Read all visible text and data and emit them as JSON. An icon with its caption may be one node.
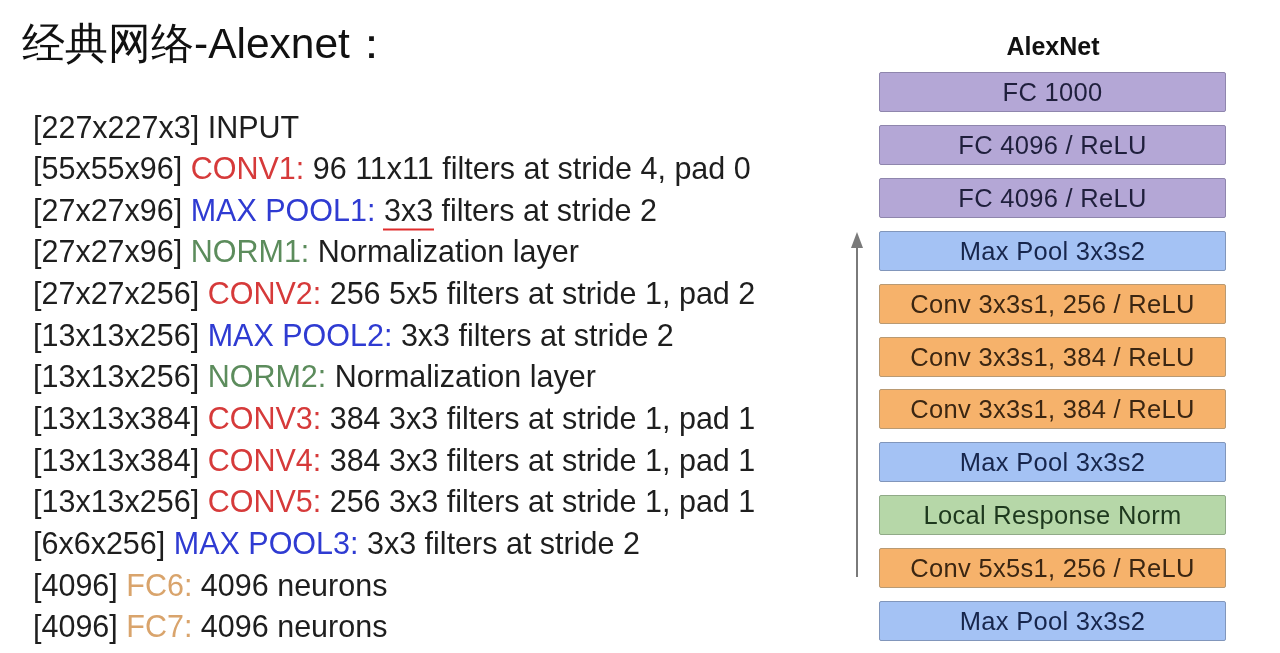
{
  "diagram": {
    "title": "经典网络-Alexnet：",
    "nodes": [
      {
        "text": [
          "FC 1000"
        ]
      },
      {
        "text": [
          "FC 4096 / ReLU"
        ]
      },
      {
        "text": [
          "FC 4096 / ReLU"
        ]
      },
      {
        "text": [
          "Max Pool 3x3s2"
        ]
      },
      {
        "text": [
          "Conv 3x3s1, 256 / ReLU"
        ]
      },
      {
        "text": [
          "Conv 3x3s1, 384 / ReLU"
        ]
      },
      {
        "text": [
          "Conv 3x3s1, 384 / ReLU"
        ]
      },
      {
        "text": [
          "Max Pool 3x3s2"
        ]
      },
      {
        "text": [
          "Local Response Norm"
        ]
      },
      {
        "text": [
          "Conv 5x5s1, 256 / ReLU"
        ]
      },
      {
        "text": [
          "Max Pool 3x3s2"
        ]
      }
    ],
    "labels": [
      "AlexNet",
      "[227x227x3]",
      "INPUT",
      "[55x55x96]",
      "CONV1:",
      "96 11x11 filters at stride 4, pad 0",
      "[27x27x96]",
      "MAX POOL1:",
      "3x3 filters at stride 2",
      "[27x27x96]",
      "NORM1:",
      "Normalization layer",
      "[27x27x256]",
      "CONV2:",
      "256 5x5 filters at stride 1, pad 2",
      "[13x13x256]",
      "MAX POOL2:",
      "3x3 filters at stride 2",
      "[13x13x256]",
      "NORM2:",
      "Normalization layer",
      "[13x13x384]",
      "CONV3:",
      "384 3x3 filters at stride 1, pad 1",
      "[13x13x384]",
      "CONV4:",
      "384 3x3 filters at stride 1, pad 1",
      "[13x13x256]",
      "CONV5:",
      "256 3x3 filters at stride 1, pad 1",
      "[6x6x256]",
      "MAX POOL3:",
      "3x3 filters at stride 2",
      "[4096]",
      "FC6:",
      "4096 neurons",
      "[4096]",
      "FC7:",
      "4096 neurons"
    ]
  }
}
